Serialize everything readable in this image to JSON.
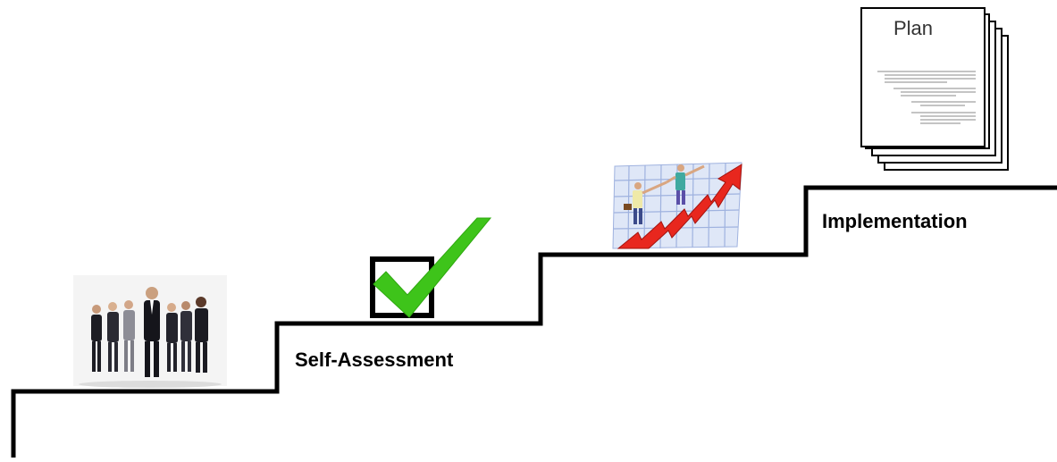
{
  "steps": [
    {
      "label": ""
    },
    {
      "label": "Self-Assessment"
    },
    {
      "label": ""
    },
    {
      "label": "Implementation"
    }
  ],
  "plan_document": {
    "title": "Plan"
  },
  "icons": {
    "team": "business-team-photo-icon",
    "checkbox": "checkmark-checkbox-icon",
    "growth": "climbing-growth-arrow-icon",
    "plan": "stacked-plan-document-icon"
  },
  "colors": {
    "stair_line": "#000000",
    "check_green": "#3ec41a",
    "arrow_red": "#e8271e",
    "grid_blue": "#c9d6f2"
  }
}
